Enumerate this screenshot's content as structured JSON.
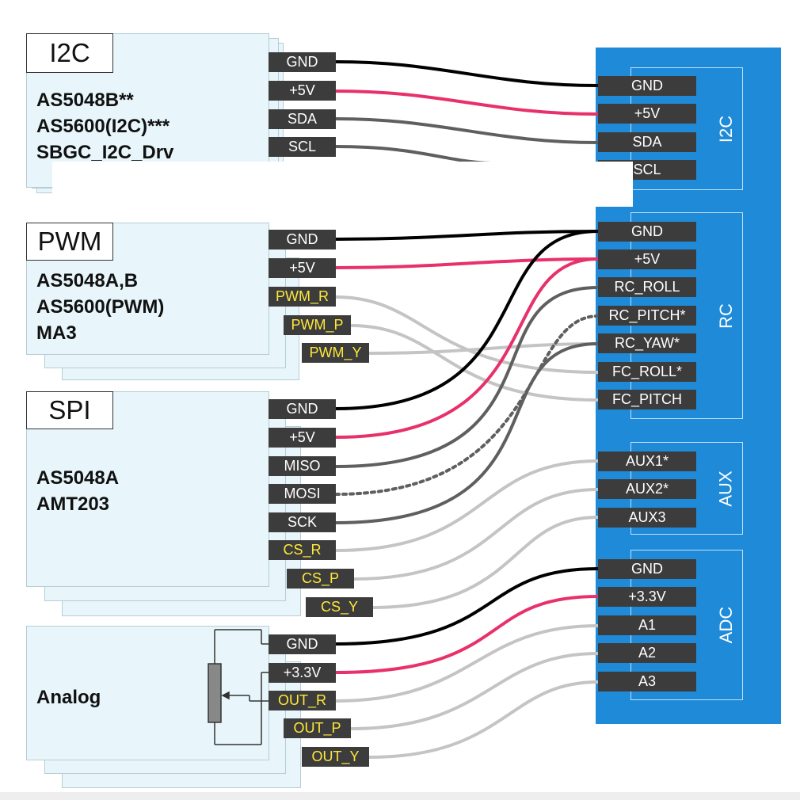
{
  "colors": {
    "board": "#1f8ad8",
    "card": "#e8f6fb",
    "pin_bg": "#3c3c3c",
    "pin_signal_text": "#ffe83a",
    "wire_gnd": "#000000",
    "wire_power": "#e8306a",
    "wire_dark": "#5f5f5f",
    "wire_light": "#c4c4c4"
  },
  "sensors": {
    "i2c": {
      "title": "I2C",
      "models": [
        "AS5048B**",
        "AS5600(I2C)***",
        "SBGC_I2C_Drv"
      ],
      "pins": [
        "GND",
        "+5V",
        "SDA",
        "SCL"
      ]
    },
    "pwm": {
      "title": "PWM",
      "models": [
        "AS5048A,B",
        "AS5600(PWM)",
        "MA3"
      ],
      "pins": [
        "GND",
        "+5V",
        "PWM_R",
        "PWM_P",
        "PWM_Y"
      ]
    },
    "spi": {
      "title": "SPI",
      "models": [
        "AS5048A",
        "AMT203"
      ],
      "pins": [
        "GND",
        "+5V",
        "MISO",
        "MOSI",
        "SCK",
        "CS_R",
        "CS_P",
        "CS_Y"
      ]
    },
    "analog": {
      "title": "Analog",
      "pins": [
        "GND",
        "+3.3V",
        "OUT_R",
        "OUT_P",
        "OUT_Y"
      ]
    }
  },
  "controller": {
    "groups": [
      {
        "id": "i2c",
        "label": "I2C",
        "pins": [
          "GND",
          "+5V",
          "SDA",
          "SCL"
        ]
      },
      {
        "id": "rc",
        "label": "RC",
        "pins": [
          "GND",
          "+5V",
          "RC_ROLL",
          "RC_PITCH*",
          "RC_YAW*",
          "FC_ROLL*",
          "FC_PITCH"
        ]
      },
      {
        "id": "aux",
        "label": "AUX",
        "pins": [
          "AUX1*",
          "AUX2*",
          "AUX3"
        ]
      },
      {
        "id": "adc",
        "label": "ADC",
        "pins": [
          "GND",
          "+3.3V",
          "A1",
          "A2",
          "A3"
        ]
      }
    ]
  }
}
